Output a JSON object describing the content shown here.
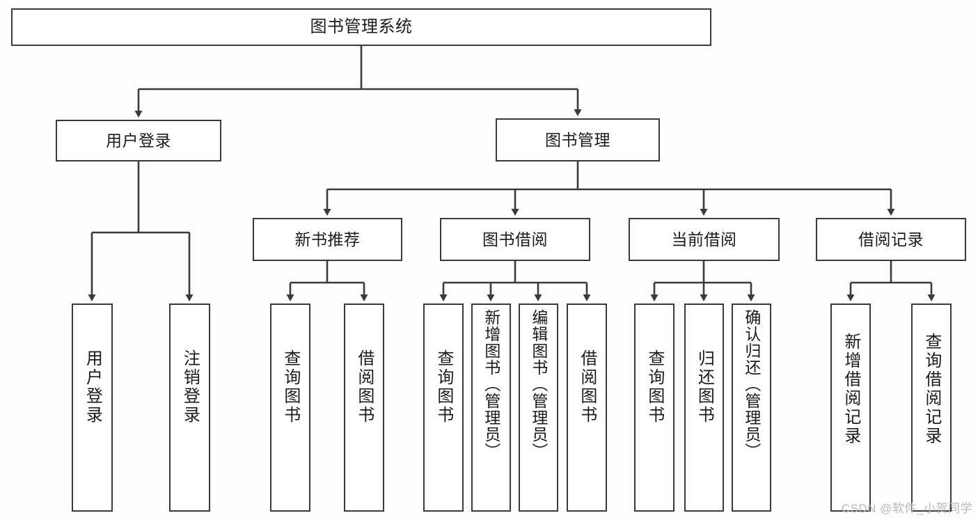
{
  "diagram": {
    "type": "tree",
    "title": "图书管理系统",
    "watermark": "CSDN @软件_小贺同学",
    "stroke_color": "#3a3a3a",
    "background_color": "#fdfdfd",
    "text_color": "#1b1b1b",
    "levels": {
      "root": {
        "label": "图书管理系统"
      },
      "level2": [
        {
          "label": "用户登录"
        },
        {
          "label": "图书管理"
        }
      ],
      "level3": [
        {
          "label": "新书推荐"
        },
        {
          "label": "图书借阅"
        },
        {
          "label": "当前借阅"
        },
        {
          "label": "借阅记录"
        }
      ],
      "level4": {
        "user_login": [
          {
            "label": "用户登录"
          },
          {
            "label": "注销登录"
          }
        ],
        "new_book_recommend": [
          {
            "label": "查询图书"
          },
          {
            "label": "借阅图书"
          }
        ],
        "book_borrow": [
          {
            "label": "查询图书"
          },
          {
            "label": "新增图书（管理员）"
          },
          {
            "label": "编辑图书（管理员）"
          },
          {
            "label": "借阅图书"
          }
        ],
        "current_borrow": [
          {
            "label": "查询图书"
          },
          {
            "label": "归还图书"
          },
          {
            "label": "确认归还（管理员）"
          }
        ],
        "borrow_record": [
          {
            "label": "新增借阅记录"
          },
          {
            "label": "查询借阅记录"
          }
        ]
      }
    }
  }
}
